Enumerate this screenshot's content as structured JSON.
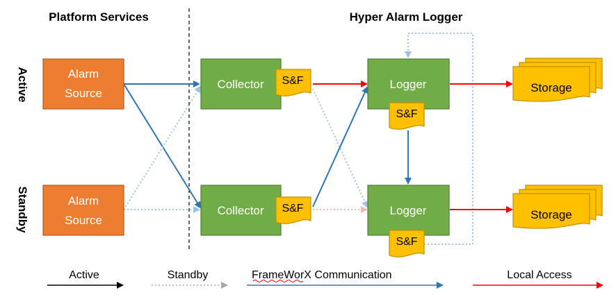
{
  "headers": {
    "platform": "Platform Services",
    "hyper": "Hyper Alarm Logger"
  },
  "rows": {
    "active": "Active",
    "standby": "Standby"
  },
  "nodes": {
    "alarm_source_active": [
      "Alarm",
      "Source"
    ],
    "alarm_source_standby": [
      "Alarm",
      "Source"
    ],
    "collector_active": "Collector",
    "collector_standby": "Collector",
    "logger_active": "Logger",
    "logger_standby": "Logger",
    "storage_active": "Storage",
    "storage_standby": "Storage",
    "sf": "S&F"
  },
  "legend": {
    "active": "Active",
    "standby": "Standby",
    "framework_a": "FrameWorX",
    "framework_b": " Communication",
    "local": "Local Access"
  },
  "colors": {
    "orange": "#ED7D31",
    "green": "#70AD47",
    "yellow": "#FFC000",
    "blue": "#2E75B6",
    "lightblue": "#9DC3E6",
    "red": "#FF0000",
    "pink": "#F4B6B6",
    "gray": "#A6A6A6"
  }
}
